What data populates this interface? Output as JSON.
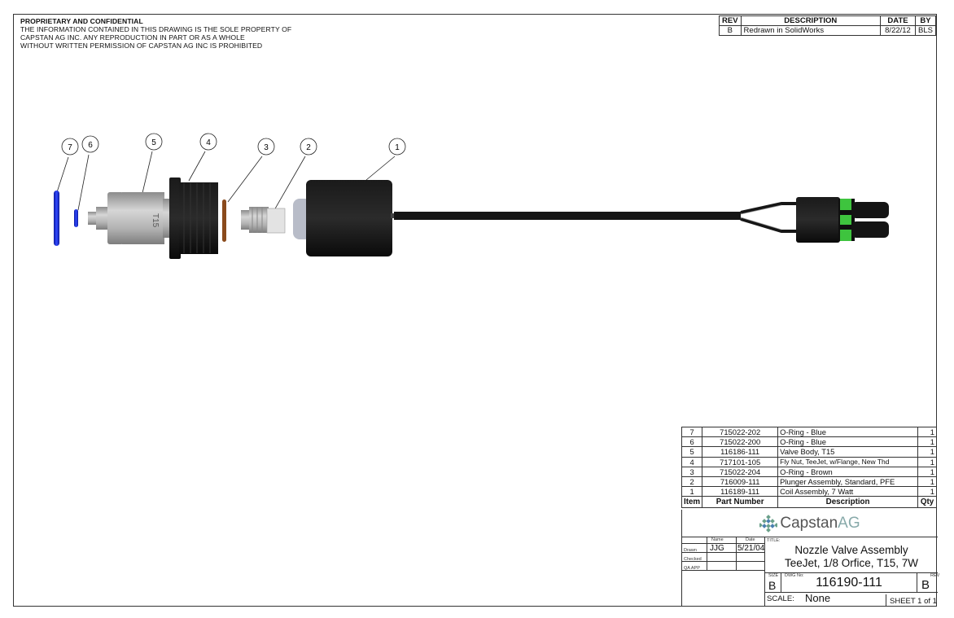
{
  "notice": {
    "heading": "PROPRIETARY AND CONFIDENTIAL",
    "line1": "THE INFORMATION CONTAINED IN THIS DRAWING IS THE SOLE PROPERTY OF",
    "line2": "CAPSTAN AG INC. ANY REPRODUCTION IN PART OR AS A WHOLE",
    "line3": "WITHOUT WRITTEN PERMISSION OF CAPSTAN AG INC IS PROHIBITED"
  },
  "revisions": {
    "headers": {
      "rev": "REV",
      "description": "DESCRIPTION",
      "date": "DATE",
      "by": "BY"
    },
    "rows": [
      {
        "rev": "B",
        "description": "Redrawn in SolidWorks",
        "date": "8/22/12",
        "by": "BLS"
      }
    ]
  },
  "balloons": [
    "7",
    "6",
    "5",
    "4",
    "3",
    "2",
    "1"
  ],
  "part_marking": "T15",
  "bom": {
    "headers": {
      "item": "Item",
      "part": "Part Number",
      "description": "Description",
      "qty": "Qty"
    },
    "rows": [
      {
        "item": "7",
        "part": "715022-202",
        "description": "O-Ring - Blue",
        "qty": "1"
      },
      {
        "item": "6",
        "part": "715022-200",
        "description": "O-Ring - Blue",
        "qty": "1"
      },
      {
        "item": "5",
        "part": "116186-111",
        "description": "Valve Body, T15",
        "qty": "1"
      },
      {
        "item": "4",
        "part": "717101-105",
        "description": "Fly Nut, TeeJet, w/Flange, New Thd",
        "qty": "1"
      },
      {
        "item": "3",
        "part": "715022-204",
        "description": "O-Ring - Brown",
        "qty": "1"
      },
      {
        "item": "2",
        "part": "716009-111",
        "description": "Plunger Assembly, Standard, PFE",
        "qty": "1"
      },
      {
        "item": "1",
        "part": "116189-111",
        "description": "Coil Assembly, 7 Watt",
        "qty": "1"
      }
    ]
  },
  "title_block": {
    "logo_main": "Capstan",
    "logo_ag": "AG",
    "name_label": "Name",
    "date_label": "Date",
    "drawn_label": "Drawn",
    "drawn_name": "JJG",
    "drawn_date": "5/21/04",
    "checked_label": "Checked",
    "qa_label": "QA APP",
    "title_label": "TITLE:",
    "title_line1": "Nozzle Valve Assembly",
    "title_line2": "TeeJet, 1/8 Orfice, T15, 7W",
    "size_label": "SIZE",
    "size": "B",
    "dwg_label": "DWG No:",
    "dwg_no": "116190-111",
    "rev_label": "REV",
    "rev": "B",
    "scale_label": "SCALE:",
    "scale": "None",
    "sheet": "SHEET 1 of 1"
  },
  "colors": {
    "oring_blue": "#1a2fd0",
    "oring_brown": "#8a4a1c",
    "connector_green": "#3ec43e",
    "body_grey": "#b0b0b0",
    "black": "#141414"
  }
}
